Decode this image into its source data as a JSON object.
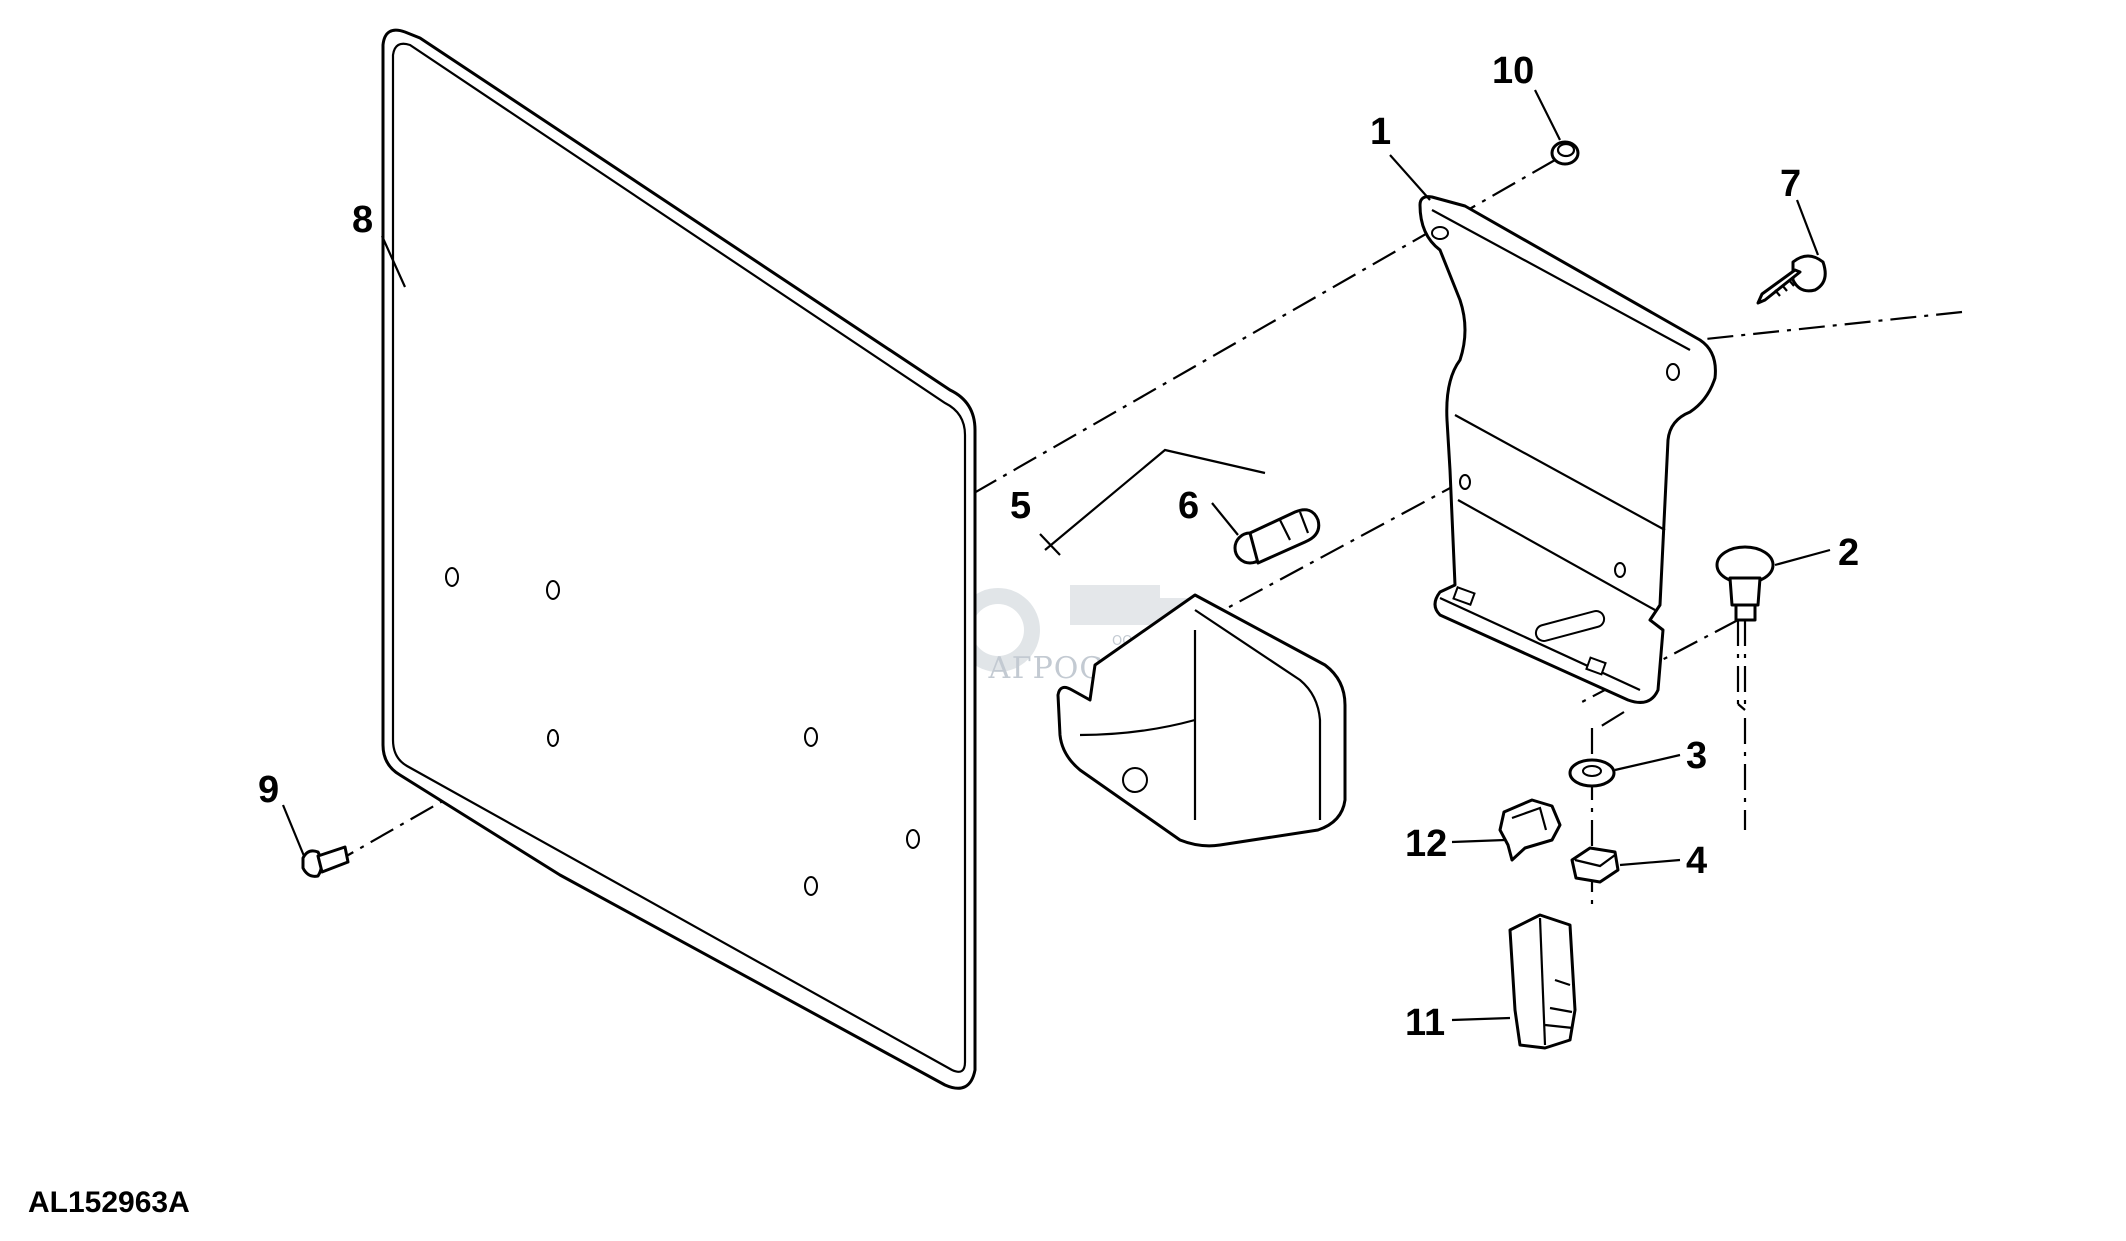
{
  "diagram": {
    "figure_id": "AL152963A",
    "callouts": [
      "1",
      "2",
      "3",
      "4",
      "5",
      "6",
      "7",
      "8",
      "9",
      "10",
      "11",
      "12"
    ]
  },
  "watermark": {
    "small_text": "ООО",
    "brand_text": "АГРОСНАБ"
  }
}
